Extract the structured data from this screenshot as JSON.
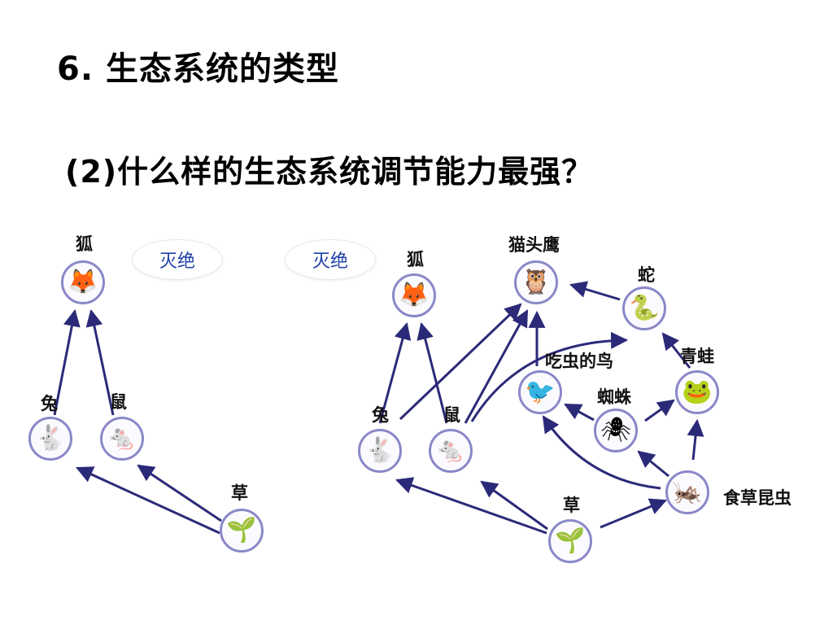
{
  "title": "6. 生态系统的类型",
  "question": "(2)什么样的生态系统调节能力最强？",
  "bubble_text": "灭绝",
  "colors": {
    "arrow": "#2b2a78",
    "node_border": "#8a88c8",
    "bubble_text": "#1f3fa8"
  },
  "simple_web": {
    "fox": {
      "label": "狐",
      "icon": "fox-icon",
      "glyph": "🦊"
    },
    "rabbit": {
      "label": "兔",
      "icon": "rabbit-icon",
      "glyph": "🐇"
    },
    "mouse": {
      "label": "鼠",
      "icon": "mouse-icon",
      "glyph": "🐁"
    },
    "grass": {
      "label": "草",
      "icon": "grass-icon",
      "glyph": "🌱"
    }
  },
  "complex_web": {
    "fox": {
      "label": "狐",
      "icon": "fox-icon",
      "glyph": "🦊"
    },
    "owl": {
      "label": "猫头鹰",
      "icon": "owl-icon",
      "glyph": "🦉"
    },
    "snake": {
      "label": "蛇",
      "icon": "snake-icon",
      "glyph": "🐍"
    },
    "bird": {
      "label": "吃虫的鸟",
      "icon": "bird-icon",
      "glyph": "🐦"
    },
    "frog": {
      "label": "青蛙",
      "icon": "frog-icon",
      "glyph": "🐸"
    },
    "spider": {
      "label": "蜘蛛",
      "icon": "spider-icon",
      "glyph": "🕷"
    },
    "rabbit": {
      "label": "兔",
      "icon": "rabbit-icon",
      "glyph": "🐇"
    },
    "mouse": {
      "label": "鼠",
      "icon": "mouse-icon",
      "glyph": "🐁"
    },
    "insect": {
      "label": "食草昆虫",
      "icon": "grasshopper-icon",
      "glyph": "🦗"
    },
    "grass": {
      "label": "草",
      "icon": "grass-icon",
      "glyph": "🌱"
    }
  }
}
